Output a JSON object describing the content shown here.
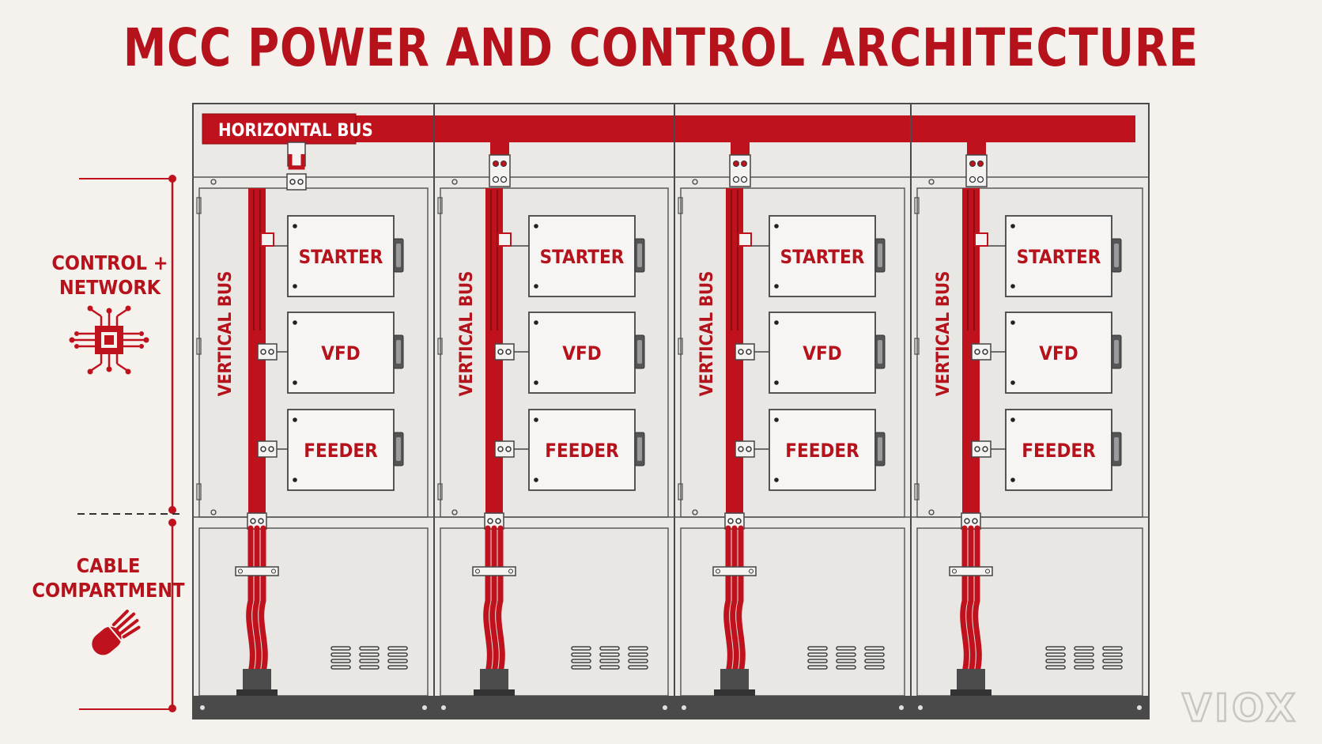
{
  "title": "MCC POWER AND CONTROL ARCHITECTURE",
  "labels": {
    "horizontal_bus": "HORIZONTAL BUS",
    "vertical_bus": "VERTICAL BUS",
    "control_network_line1": "CONTROL +",
    "control_network_line2": "NETWORK",
    "cable_line1": "CABLE",
    "cable_line2": "COMPARTMENT"
  },
  "sections": [
    {
      "modules": [
        "STARTER",
        "VFD",
        "FEEDER"
      ]
    },
    {
      "modules": [
        "STARTER",
        "VFD",
        "FEEDER"
      ]
    },
    {
      "modules": [
        "STARTER",
        "VFD",
        "FEEDER"
      ]
    },
    {
      "modules": [
        "STARTER",
        "VFD",
        "FEEDER"
      ]
    }
  ],
  "icons": {
    "control": "circuit-chip-icon",
    "cable": "cable-bundle-icon"
  },
  "watermark": "VIOX",
  "colors": {
    "accent": "#c0121c",
    "cabinet": "#e8e6e3",
    "module": "#f4f3f1",
    "frame": "#555555",
    "background": "#f5f2ee"
  }
}
